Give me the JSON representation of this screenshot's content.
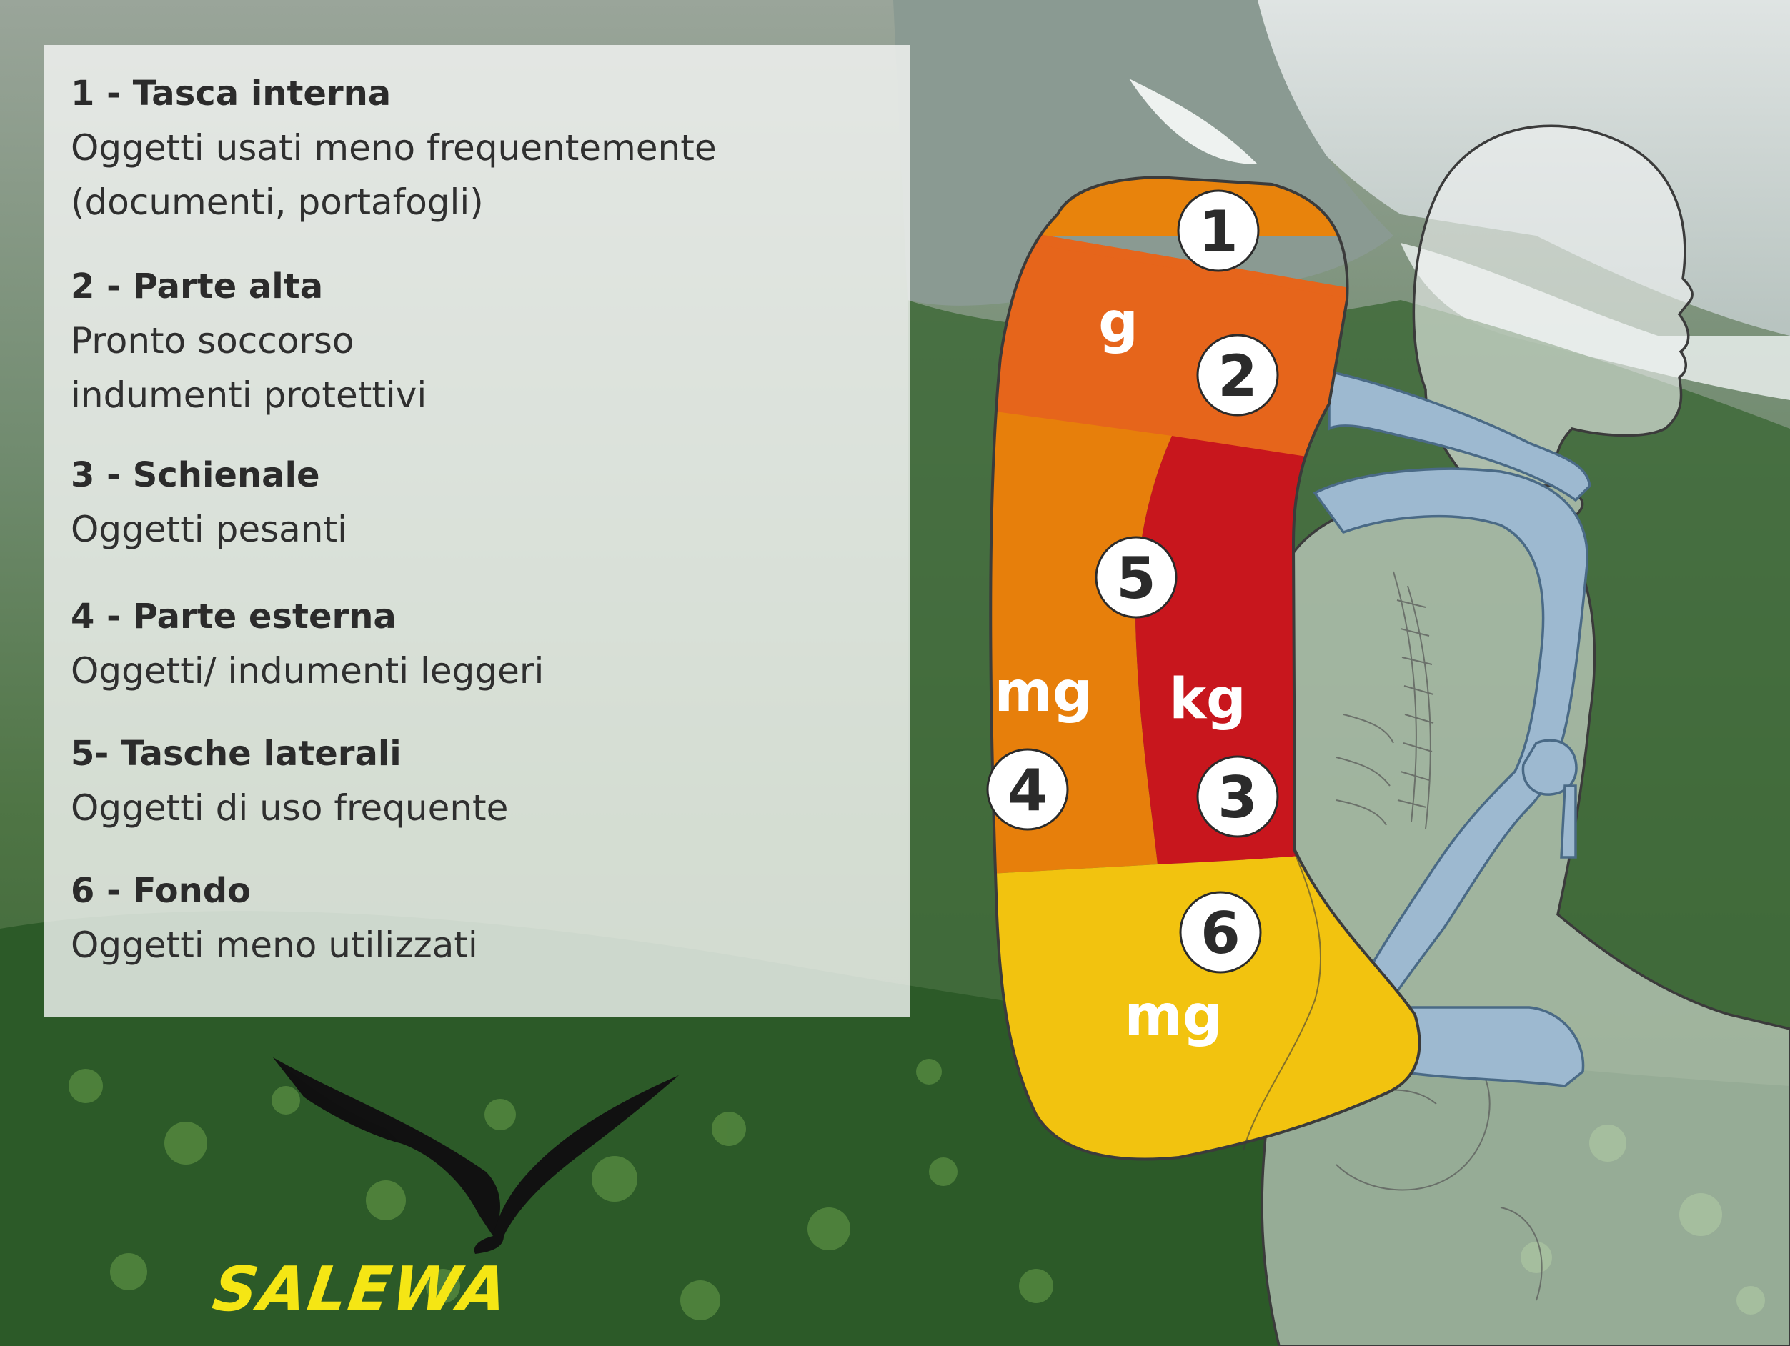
{
  "legend": {
    "entries": [
      {
        "title": "1 - Tasca interna",
        "lines": [
          "Oggetti usati meno frequentemente",
          "(documenti, portafogli)"
        ]
      },
      {
        "title": "2 - Parte alta",
        "lines": [
          "Pronto soccorso",
          "indumenti protettivi"
        ]
      },
      {
        "title": "3 - Schienale",
        "lines": [
          "Oggetti pesanti"
        ]
      },
      {
        "title": "4 - Parte esterna",
        "lines": [
          "Oggetti/ indumenti leggeri"
        ]
      },
      {
        "title": "5- Tasche laterali",
        "lines": [
          "Oggetti di uso frequente"
        ]
      },
      {
        "title": "6 - Fondo",
        "lines": [
          "Oggetti meno utilizzati"
        ]
      }
    ]
  },
  "zones": {
    "n1": "1",
    "n2": "2",
    "n3": "3",
    "n4": "4",
    "n5": "5",
    "n6": "6",
    "weight_top": "g",
    "weight_outer": "mg",
    "weight_back": "kg",
    "weight_bottom": "mg"
  },
  "logo": {
    "brand": "SALEWA"
  },
  "colors": {
    "zone_top": "#e8830c",
    "zone_upper": "#e6651b",
    "zone_outer": "#e77f0b",
    "zone_back": "#c8161d",
    "zone_bottom": "#f2c30f",
    "straps": "#9db9d0",
    "brand_yellow": "#f5e614"
  }
}
